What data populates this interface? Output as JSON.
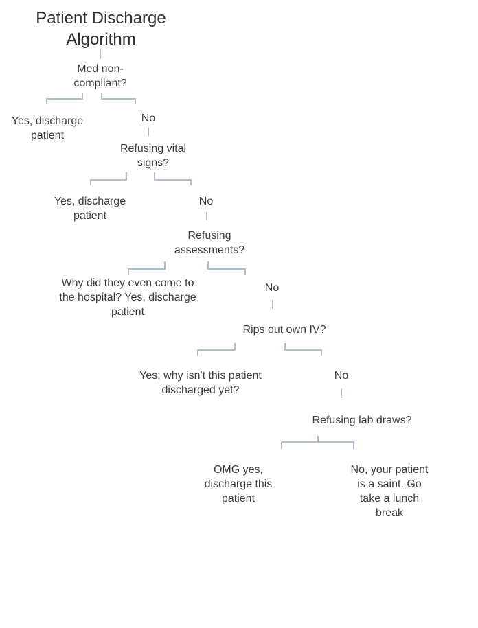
{
  "colors": {
    "background": "#ffffff",
    "text": "#3c3c3c",
    "connector": "#a3b7c9"
  },
  "flowchart": {
    "title": "Patient Discharge\nAlgorithm",
    "levels": [
      {
        "question": "Med non-\ncompliant?",
        "yes": "Yes, discharge\npatient",
        "no": "No"
      },
      {
        "question": "Refusing vital\nsigns?",
        "yes": "Yes, discharge\npatient",
        "no": "No"
      },
      {
        "question": "Refusing\nassessments?",
        "yes": "Why did they even come to\nthe hospital? Yes, discharge\npatient",
        "no": "No"
      },
      {
        "question": "Rips out own IV?",
        "yes": "Yes; why isn't this patient\ndischarged yet?",
        "no": "No"
      },
      {
        "question": "Refusing lab draws?",
        "yes": "OMG yes,\ndischarge this\npatient",
        "no": "No, your patient\nis a saint. Go\ntake a lunch\nbreak"
      }
    ]
  }
}
